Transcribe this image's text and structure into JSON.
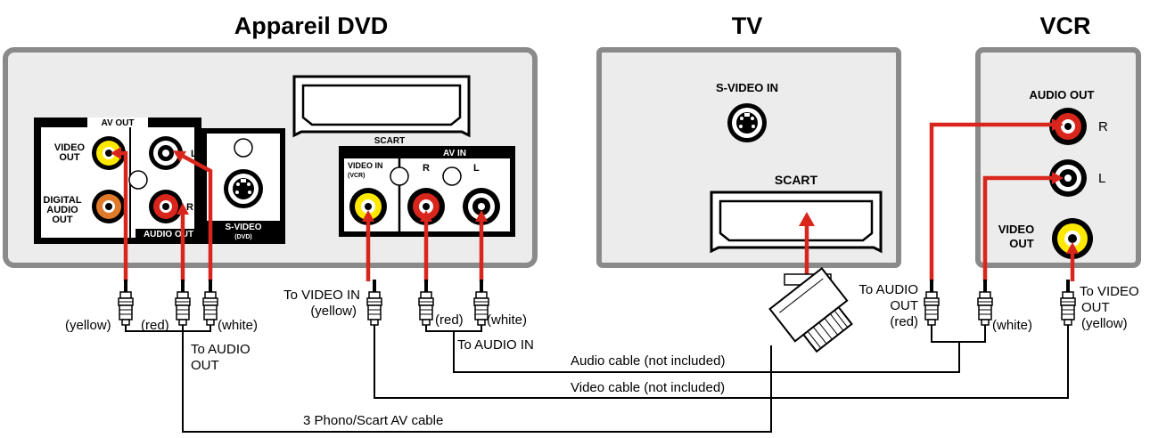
{
  "titles": {
    "dvd": "Appareil DVD",
    "tv": "TV",
    "vcr": "VCR"
  },
  "dvd": {
    "av_out": "AV OUT",
    "video_out": [
      "VIDEO",
      "OUT"
    ],
    "digital_audio_out": [
      "DIGITAL",
      "AUDIO",
      "OUT"
    ],
    "audio_out": "AUDIO OUT",
    "l": "L",
    "r": "R",
    "s_video": [
      "S-VIDEO",
      "(DVD)"
    ],
    "scart": "SCART",
    "av_in": "AV IN",
    "video_in": [
      "VIDEO IN",
      "(VCR)"
    ],
    "in_r": "R",
    "in_l": "L"
  },
  "tv": {
    "s_video_in": "S-VIDEO IN",
    "scart": "SCART"
  },
  "vcr": {
    "audio_out": "AUDIO OUT",
    "r": "R",
    "l": "L",
    "video_out": [
      "VIDEO",
      "OUT"
    ]
  },
  "labels": {
    "yellow": "(yellow)",
    "red": "(red)",
    "white": "(white)",
    "to_audio_out_dvd": [
      "To AUDIO",
      "OUT"
    ],
    "to_video_in": [
      "To VIDEO IN",
      "(yellow)"
    ],
    "red2": "(red)",
    "white2": "(white)",
    "to_audio_in": "To AUDIO IN",
    "to_audio_out_vcr": [
      "To AUDIO",
      "OUT",
      "(red)"
    ],
    "white3": "(white)",
    "to_video_out": [
      "To VIDEO",
      "OUT",
      "(yellow)"
    ]
  },
  "cables": {
    "audio": "Audio cable (not included)",
    "video": "Video cable (not included)",
    "av": "3  Phono/Scart AV cable"
  },
  "colors": {
    "panel_border": "#8a8a8a",
    "panel_fill": "#ececec",
    "red": "#d9261c",
    "yellow": "#ffe800",
    "orange": "#e07a2a",
    "black": "#000000"
  }
}
